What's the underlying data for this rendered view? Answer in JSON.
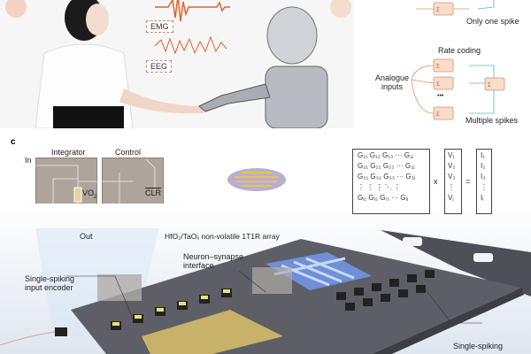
{
  "panel_top": {
    "signals": {
      "emg": "EMG",
      "eeg": "EEG"
    },
    "coding": {
      "only_one_spike": "Only one spike",
      "rate_coding": "Rate coding",
      "analogue_inputs": "Analogue\ninputs",
      "ellipsis": "•••",
      "multiple_spikes": "Multiple spikes"
    }
  },
  "panel_c": {
    "letter": "c",
    "circuit": {
      "integrator": "Integrator",
      "control": "Control",
      "in": "In",
      "vo2": "VO",
      "vo2_sub": "2",
      "out": "Out",
      "clr": "CLR"
    },
    "array_label": "HfO₂/TaOₓ non-volatile 1T1R array",
    "interface_label": "Neuron–synapse\ninterface",
    "encoder_label": "Single-spiking\ninput encoder",
    "bottom_right_label": "Single-spiking",
    "matrix": {
      "rows": [
        "G₁₁ G₁₂ G₁₃ ··· G₁ⱼ",
        "G₂₁ G₂₂ G₂₃ ··· G₂ⱼ",
        "G₃₁ G₃₂ G₃₃ ··· G₃ⱼ",
        "⋮    ⋮    ⋮    ⋱   ⋮",
        "Gᵢ₁ Gᵢ₂ Gᵢ₃ ··· Gᵢⱼ"
      ],
      "times": "x",
      "equals": "=",
      "v": [
        "V₁",
        "V₂",
        "V₃",
        "⋮",
        "Vⱼ"
      ],
      "i": [
        "I₁",
        "I₂",
        "I₃",
        "⋮",
        "Iᵢ"
      ]
    }
  },
  "colors": {
    "accent": "#e0632a",
    "neuron": "#f4c9b0",
    "chip": "#5d5e66",
    "array": "#6f8fd8"
  }
}
